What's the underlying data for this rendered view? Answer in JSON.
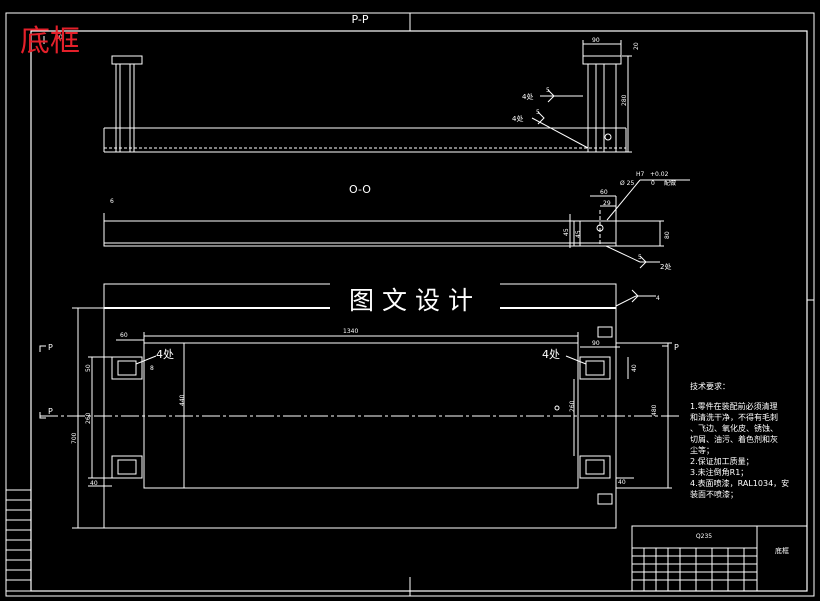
{
  "watermark": "底框",
  "banner": "图文设计",
  "sections": {
    "pp": "P-P",
    "oo": "O-O",
    "p_left_top": "P",
    "p_right_top": "P",
    "p_left_mid": "P"
  },
  "dims": {
    "d20_top": "20",
    "d90_top": "90",
    "d20_right": "20",
    "d280": "280",
    "d60_sec": "60",
    "d29": "29",
    "d45a": "45",
    "d45b": "45",
    "d80": "80",
    "d1340": "1340",
    "d60_plan": "60",
    "d50": "50",
    "d8": "8",
    "d260_left": "260",
    "d440": "440",
    "d700": "700",
    "d40_left": "40",
    "d90_plan": "90",
    "d40_right_top": "40",
    "d260_right": "260",
    "d480": "480",
    "d40_right_bot": "40",
    "d6_small": "6"
  },
  "callouts": {
    "four_a": "4处",
    "four_b": "4处",
    "two": "2处",
    "four_plan_left": "4处",
    "four_plan_right": "4处",
    "weld5_a": "5",
    "weld5_b": "5",
    "weld5_c": "5",
    "weld4": "4"
  },
  "fit": {
    "fit_label": "H7",
    "fit_upper": "+0.02",
    "fit_lower": "0",
    "dia": "Ø 25",
    "fit_note": "配做"
  },
  "tech": {
    "title": "技术要求：",
    "lines": [
      "1.零件在装配前必须清理",
      "和清洗干净，不得有毛刺",
      "、飞边、氧化皮、锈蚀、",
      "切屑、油污、着色剂和灰",
      "尘等；",
      "2.保证加工质量；",
      "3.未注倒角R1；",
      "4.表面喷漆，RAL1034，安",
      "装面不喷漆；"
    ]
  },
  "titleblock": {
    "material": "Q235",
    "name": "底框"
  }
}
